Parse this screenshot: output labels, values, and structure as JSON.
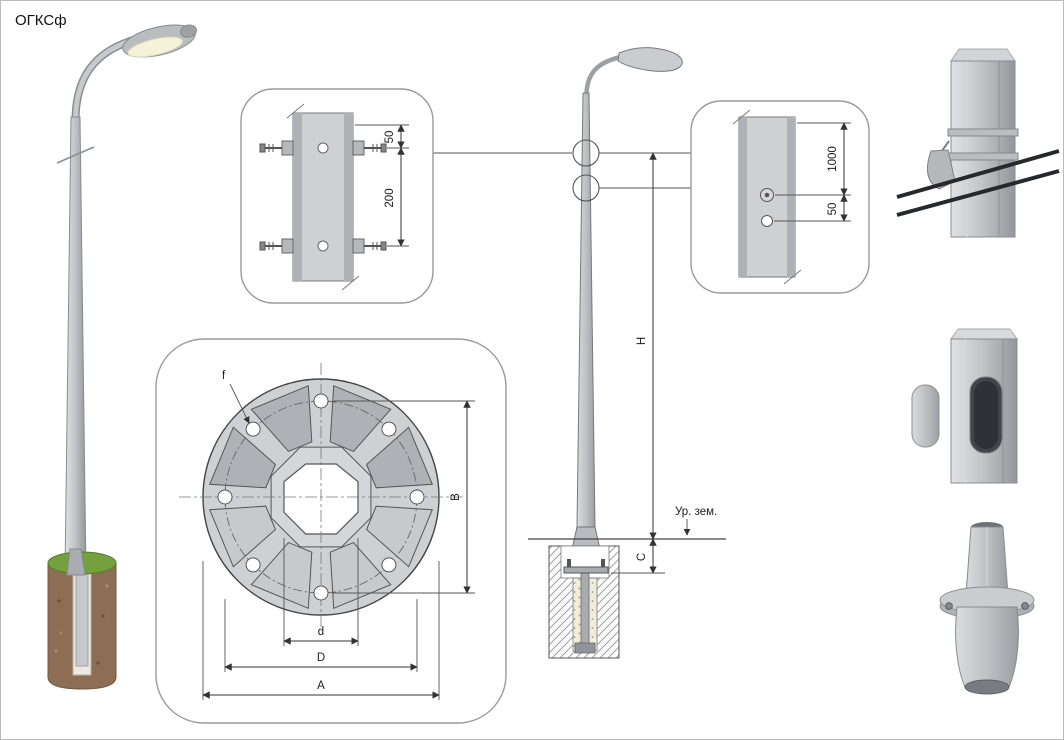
{
  "title": "ОГКСф",
  "colors": {
    "grass": "#74a03e",
    "soil": "#8d6e54",
    "cable": "#26292c"
  },
  "top_bracket_detail": {
    "dim_top": "50",
    "dim_spacing": "200"
  },
  "cable_entry_detail": {
    "dim_spacing": "1000",
    "dim_offset": "50"
  },
  "elevation": {
    "height_label": "H",
    "embed_label": "C",
    "ground_label": "Ур. зем."
  },
  "flange_detail": {
    "hole_label": "f",
    "width_label": "B",
    "inner_dia_label": "d",
    "bolt_circle_label": "D",
    "outer_dia_label": "A"
  }
}
